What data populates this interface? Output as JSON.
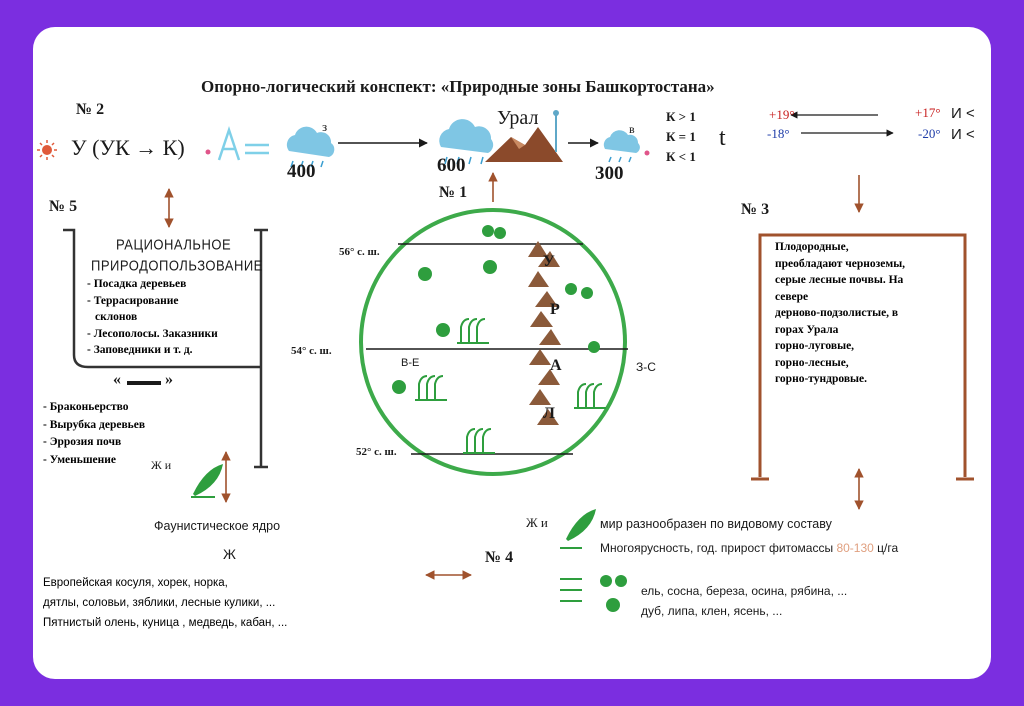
{
  "title": "Опорно-логический конспект: «Природные зоны Башкортостана»",
  "labels": {
    "n2": "№ 2",
    "n1": "№ 1",
    "n3": "№ 3",
    "n4": "№ 4",
    "n5": "№ 5"
  },
  "climate": {
    "formula": "У (УК → К)",
    "sup_z": "з",
    "sup_v": "в",
    "ural": "Урал",
    "p400": "400",
    "p600": "600",
    "p300": "300",
    "k_gt": "К > 1",
    "k_eq": "К = 1",
    "k_lt": "К < 1",
    "t": "t",
    "t_pos19": "+19°",
    "t_pos17": "+17°",
    "t_neg18": "-18°",
    "t_neg20": "-20°",
    "i_lt": "И <"
  },
  "map": {
    "lat56": "56° с. ш.",
    "lat54": "54° с. ш.",
    "lat52": "52° с. ш.",
    "ve": "В-Е",
    "zs": "З-С",
    "ural_letters": [
      "У",
      "Р",
      "А",
      "Л"
    ]
  },
  "rational": {
    "heading_1": "РАЦИОНАЛЬНОЕ",
    "heading_2": "ПРИРОДОПОЛЬЗОВАНИЕ",
    "items": [
      "- Посадка деревьев",
      "- Террасирование",
      "склонов",
      "- Лесополосы. Заказники",
      "- Заповедники и т. д."
    ],
    "quote_left": "«",
    "quote_right": "»",
    "neg_items": [
      "- Браконьерство",
      "- Вырубка деревьев",
      "- Эррозия почв",
      "- Уменьшение"
    ],
    "zh_i": "Ж и"
  },
  "soils": {
    "text": [
      "Плодородные,",
      "преобладают черноземы,",
      "серые лесные почвы. На",
      "севере",
      "дерново-подзолистые, в",
      "горах Урала",
      "горно-луговые,",
      "горно-лесные,",
      "горно-тундровые."
    ]
  },
  "fauna": {
    "core": "Фаунистическое ядро",
    "zh": "Ж",
    "lines": [
      "Европейская косуля, хорек, норка,",
      "дятлы, соловьи, зяблики, лесные кулики, ...",
      "Пятнистый олень, куница , медведь, кабан, ..."
    ]
  },
  "flora": {
    "zh_i": "Ж и",
    "diverse": "мир разнообразен по видовому составу",
    "tiers_prefix": "Многоярусность, год. прирост фитомассы ",
    "tiers_range": "80-130",
    "tiers_unit": " ц/га",
    "trees1": "ель, сосна, береза, осина, рябина, ...",
    "trees2": "дуб, липа, клен, ясень, ..."
  },
  "colors": {
    "background": "#7b2ee0",
    "card": "#ffffff",
    "brown": "#a0522d",
    "green": "#2e9e3e",
    "red_temp": "#c81e1e",
    "blue_temp": "#1e3ca8",
    "dark": "#1a1a1a"
  }
}
